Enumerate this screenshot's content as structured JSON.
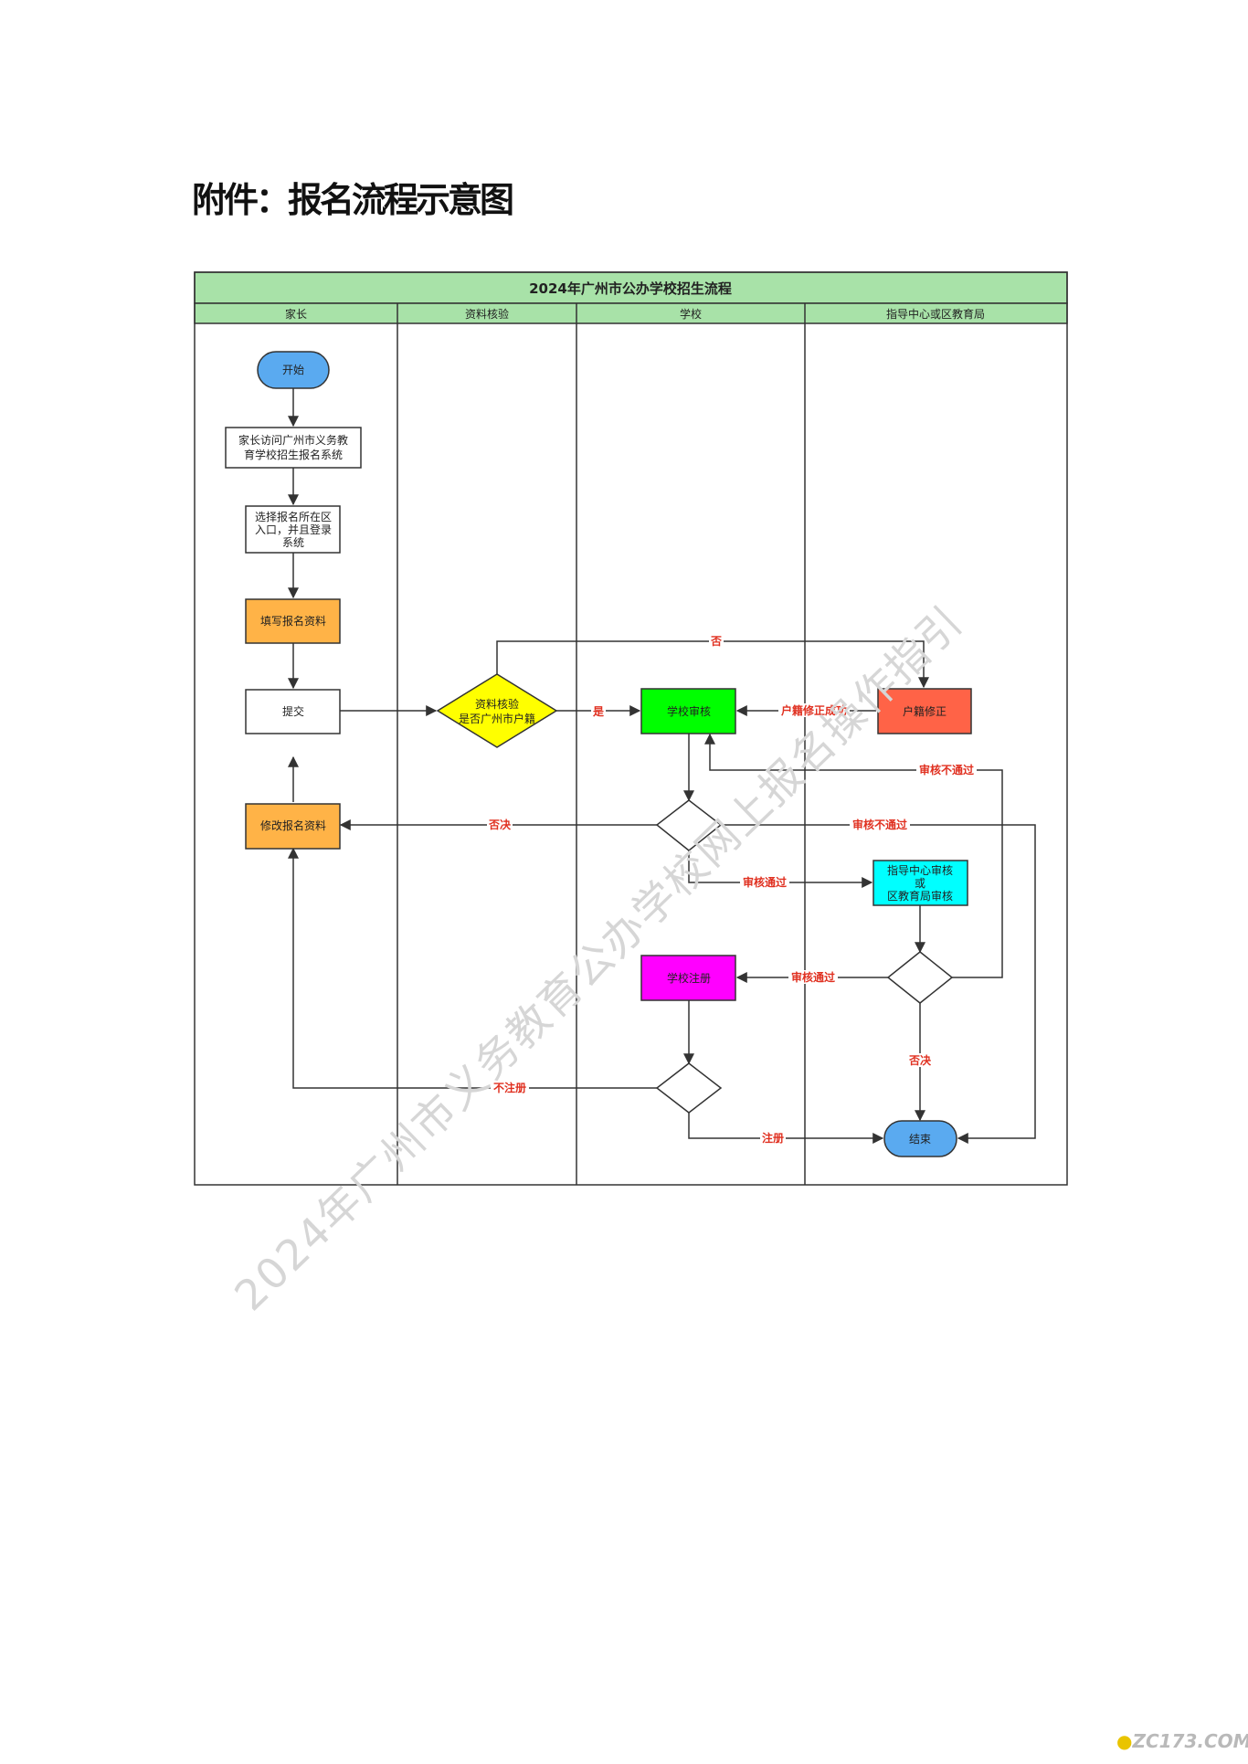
{
  "page_title": "附件：报名流程示意图",
  "diagram": {
    "title": "2024年广州市公办学校招生流程",
    "lanes": [
      "家长",
      "资料核验",
      "学校",
      "指导中心或区教育局"
    ],
    "nodes": {
      "start": "开始",
      "visit_line1": "家长访问广州市义务教",
      "visit_line2": "育学校招生报名系统",
      "select_line1": "选择报名所在区",
      "select_line2": "入口，并且登录",
      "select_line3": "系统",
      "fill": "填写报名资料",
      "submit": "提交",
      "verify_line1": "资料核验",
      "verify_line2": "是否广州市户籍",
      "school_review": "学校审核",
      "huji_fix": "户籍修正",
      "modify": "修改报名资料",
      "center_line1": "指导中心审核",
      "center_line2": "或",
      "center_line3": "区教育局审核",
      "school_register": "学校注册",
      "end": "结束"
    },
    "edges": {
      "no": "否",
      "yes": "是",
      "huji_success": "户籍修正成功",
      "review_fail_top": "审核不通过",
      "reject_left": "否决",
      "review_fail_right": "审核不通过",
      "review_pass_1": "审核通过",
      "review_pass_2": "审核通过",
      "reject_down": "否决",
      "not_register": "不注册",
      "register": "注册"
    },
    "colors": {
      "header": "#a8e2a8",
      "start_end": "#5aaaf0",
      "fill_orange": "#ffb347",
      "diamond_yellow": "#ffff00",
      "school_green": "#00ff00",
      "fix_red": "#ff6347",
      "center_cyan": "#00ffff",
      "register_magenta": "#ff00ff",
      "edge_label": "#e03020"
    }
  },
  "watermark": "2024年广州市义务教育公办学校网上报名操作指引",
  "site_logo": "ZC173.COM"
}
